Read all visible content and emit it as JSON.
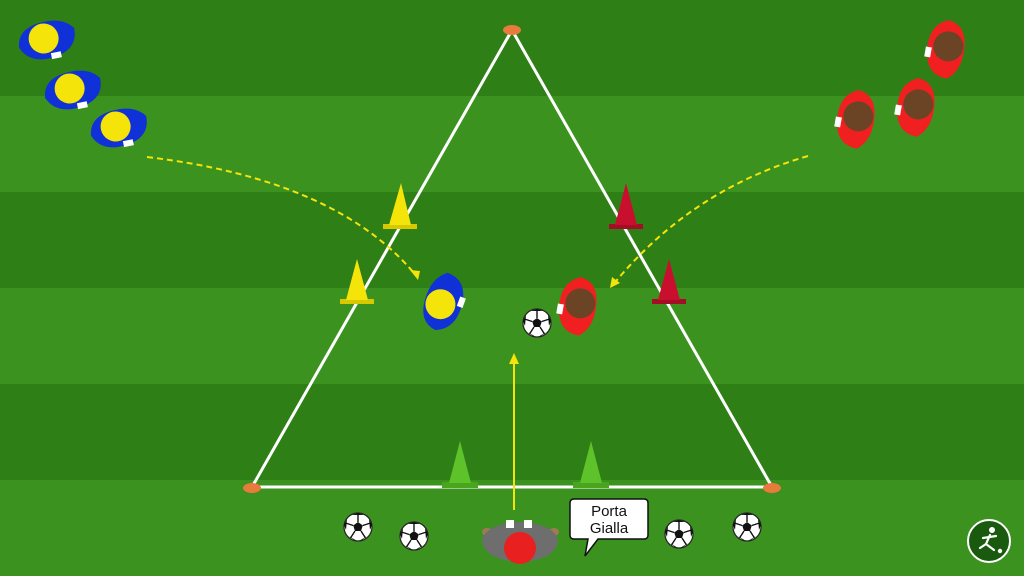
{
  "colors": {
    "stripe_dark": "#2f7f17",
    "stripe_light": "#3b921f",
    "field_lines": "#ffffff",
    "blue_team": "#1030d8",
    "blue_head": "#f4e40a",
    "red_team": "#f02020",
    "red_head": "#6b4426",
    "yellow_cone": "#f4e40a",
    "red_cone": "#c8102e",
    "green_cone": "#5ec22a",
    "marker": "#e87a3c",
    "arrow": "#f4e40a",
    "coach_shirt": "#6e6e6e",
    "coach_head": "#e82020"
  },
  "objects": {
    "blue_players": 4,
    "red_players": 4,
    "coach": 1,
    "yellow_cones": 2,
    "red_cones": 2,
    "green_cones": 2,
    "balls": 5,
    "corner_markers": 3
  },
  "callout": {
    "line1": "Porta",
    "line2": "Gialla"
  },
  "logo": {
    "icon": "player-kicking-icon"
  }
}
